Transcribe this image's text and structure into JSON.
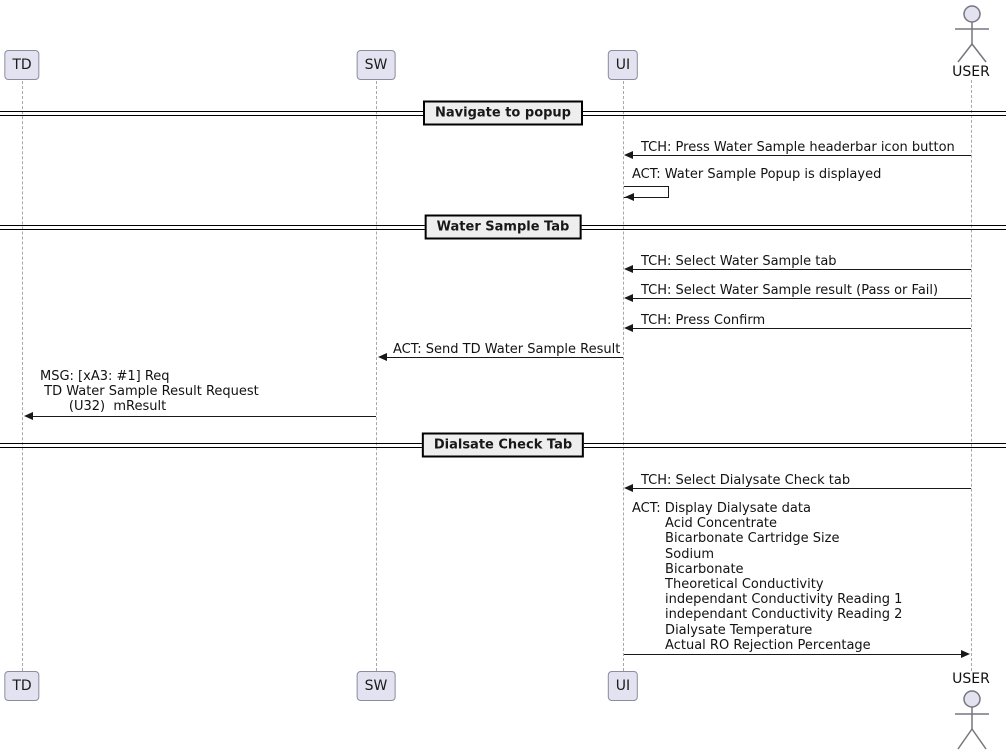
{
  "diagram": {
    "participants": {
      "td": {
        "label": "TD"
      },
      "sw": {
        "label": "SW"
      },
      "ui": {
        "label": "UI"
      },
      "user": {
        "label": "USER"
      }
    },
    "dividers": {
      "navigate_popup": {
        "label": "Navigate to popup"
      },
      "water_sample_tab": {
        "label": "Water Sample Tab"
      },
      "dialsate_check_tab": {
        "label": "Dialsate Check Tab"
      }
    },
    "messages": {
      "m1": {
        "from": "USER",
        "to": "UI",
        "label": "TCH: Press Water Sample headerbar icon button"
      },
      "m2": {
        "from": "UI",
        "to": "UI",
        "label": "ACT: Water Sample Popup is displayed"
      },
      "m3": {
        "from": "USER",
        "to": "UI",
        "label": "TCH: Select Water Sample tab"
      },
      "m4": {
        "from": "USER",
        "to": "UI",
        "label": "TCH: Select Water Sample result (Pass or Fail)"
      },
      "m5": {
        "from": "USER",
        "to": "UI",
        "label": "TCH: Press Confirm"
      },
      "m6": {
        "from": "UI",
        "to": "SW",
        "label": "ACT: Send TD Water Sample Result"
      },
      "m7": {
        "from": "SW",
        "to": "TD",
        "label": "MSG: [xA3: #1] Req\n TD Water Sample Result Request\n       (U32)  mResult"
      },
      "m8": {
        "from": "USER",
        "to": "UI",
        "label": "TCH: Select Dialysate Check tab"
      },
      "m9": {
        "from": "UI",
        "to": "USER",
        "label": "ACT: Display Dialysate data\n        Acid Concentrate\n        Bicarbonate Cartridge Size\n        Sodium\n        Bicarbonate\n        Theoretical Conductivity\n        independant Conductivity Reading 1\n        independant Conductivity Reading 2\n        Dialysate Temperature\n        Actual RO Rejection Percentage"
      }
    },
    "colors": {
      "participant_fill": "#E2E2F0",
      "participant_border": "#8C8CA0",
      "divider_fill": "#EEEEEE",
      "line": "#181818",
      "lifeline": "#A8A8A8",
      "actor_stroke": "#76767E"
    }
  }
}
